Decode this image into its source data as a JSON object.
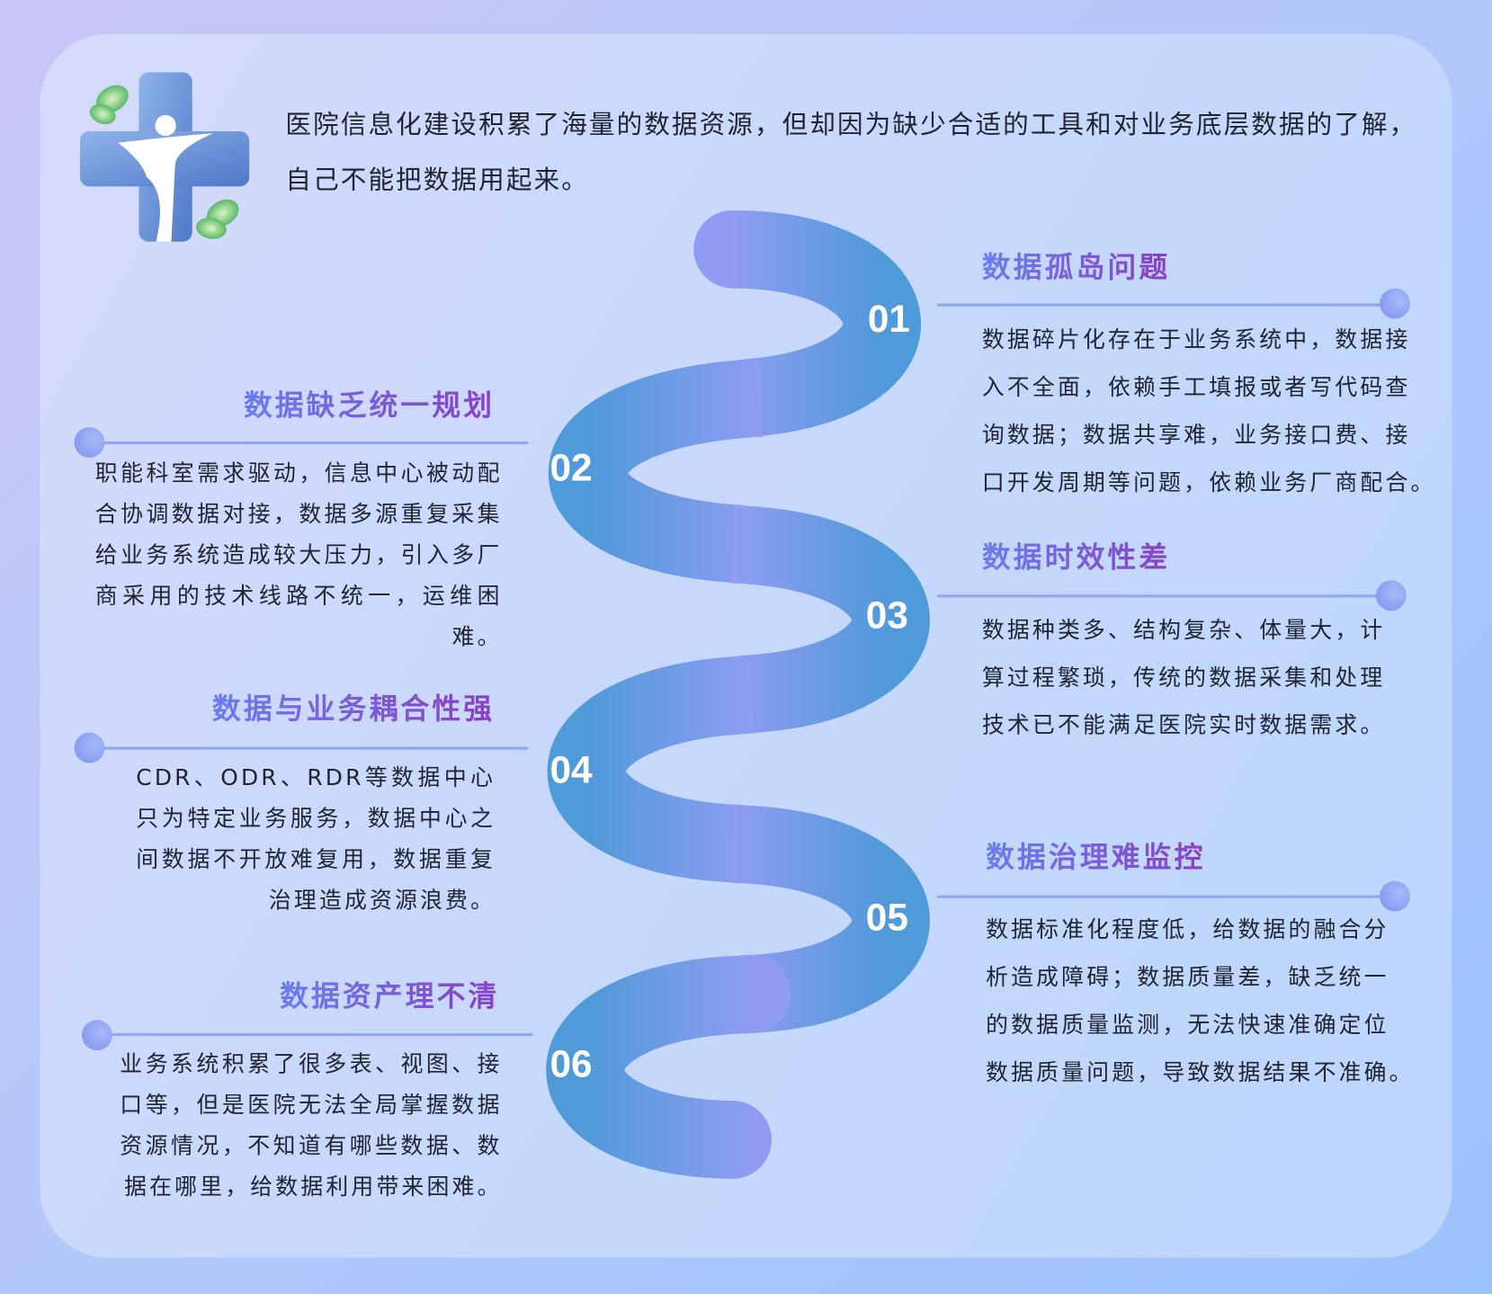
{
  "intro": {
    "line1": "医院信息化建设积累了海量的数据资源，但却因为缺少合适的工具和对业务底层数据的了解，",
    "line2": "自己不能把数据用起来。"
  },
  "items": [
    {
      "number": "01",
      "title": "数据孤岛问题",
      "lines": [
        "数据碎片化存在于业务系统中，数据接",
        "入不全面，依赖手工填报或者写代码查",
        "询数据；数据共享难，业务接口费、接",
        "口开发周期等问题，依赖业务厂商配合。"
      ]
    },
    {
      "number": "02",
      "title": "数据缺乏统一规划",
      "text": "职能科室需求驱动，信息中心被动配合协调数据对接，数据多源重复采集给业务系统造成较大压力，引入多厂商采用的技术线路不统一，运维困难。"
    },
    {
      "number": "03",
      "title": "数据时效性差",
      "lines": [
        "数据种类多、结构复杂、体量大，计",
        "算过程繁琐，传统的数据采集和处理",
        "技术已不能满足医院实时数据需求。"
      ]
    },
    {
      "number": "04",
      "title": "数据与业务耦合性强",
      "text": "CDR、ODR、RDR等数据中心只为特定业务服务，数据中心之间数据不开放难复用，数据重复治理造成资源浪费。"
    },
    {
      "number": "05",
      "title": "数据治理难监控",
      "lines": [
        "数据标准化程度低，给数据的融合分",
        "析造成障碍；数据质量差，缺乏统一",
        "的数据质量监测，无法快速准确定位",
        "数据质量问题，导致数据结果不准确。"
      ]
    },
    {
      "number": "06",
      "title": "数据资产理不清",
      "text": "业务系统积累了很多表、视图、接口等，但是医院无法全局掌握数据资源情况，不知道有哪些数据、数据在哪里，给数据利用带来困难。"
    }
  ],
  "colors": {
    "accent": "#6a7cf0",
    "title_end": "#8a3fc4",
    "ribbon_light": "#8f9cf3",
    "ribbon_dark": "#4f9ad8"
  }
}
